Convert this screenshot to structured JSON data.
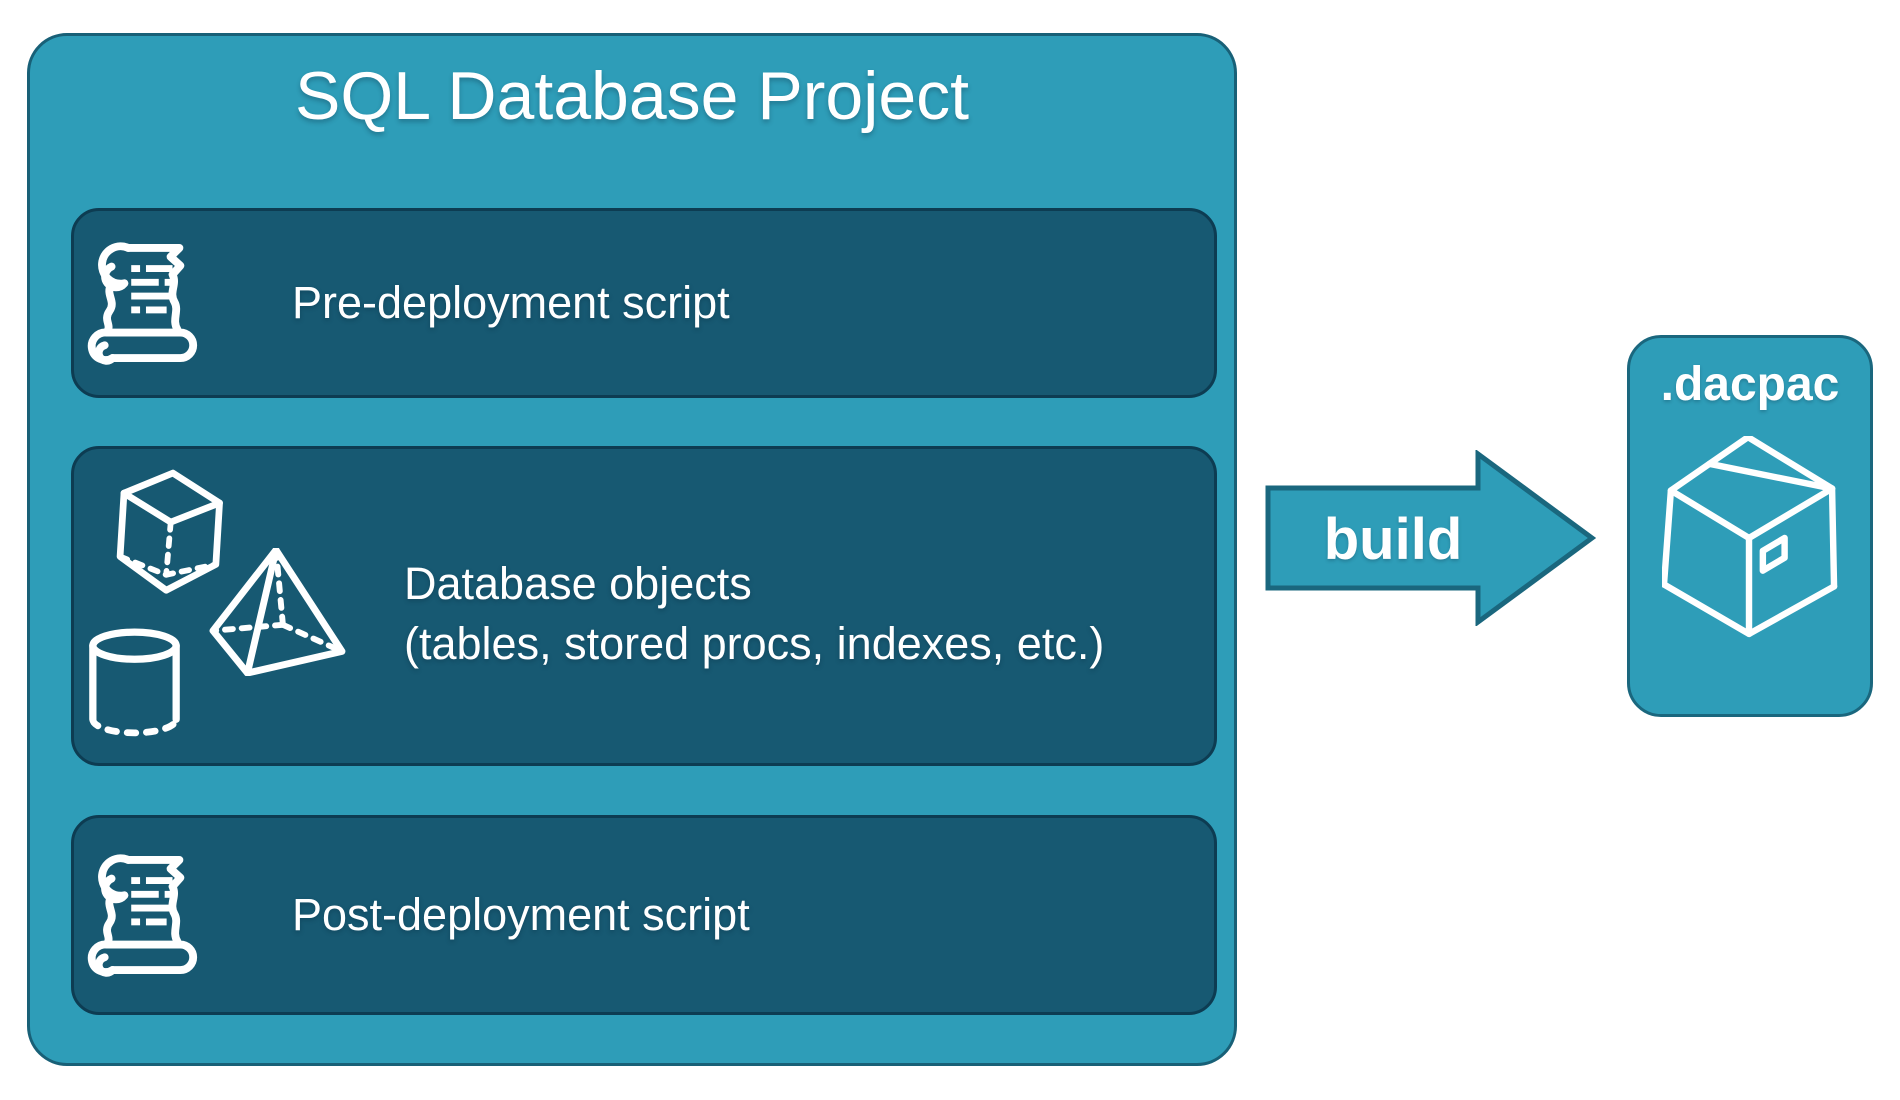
{
  "diagram": {
    "project": {
      "title": "SQL Database Project",
      "items": [
        {
          "icon": "scroll-icon",
          "label": "Pre-deployment script"
        },
        {
          "icon": "geometric-shapes-icon",
          "label_line1": "Database objects",
          "label_line2": "(tables, stored procs, indexes, etc.)"
        },
        {
          "icon": "scroll-icon",
          "label": "Post-deployment script"
        }
      ]
    },
    "build_arrow": {
      "icon": "arrow-right-icon",
      "label": "build"
    },
    "output": {
      "icon": "package-icon",
      "label": ".dacpac"
    }
  },
  "colors": {
    "teal": "#2E9DB8",
    "teal_border": "#186077",
    "inner_box_fill": "#175972",
    "inner_box_border": "#0D3C52",
    "accent_border": "#1A677E",
    "text": "#FFFFFF",
    "background": "#FFFFFF"
  }
}
